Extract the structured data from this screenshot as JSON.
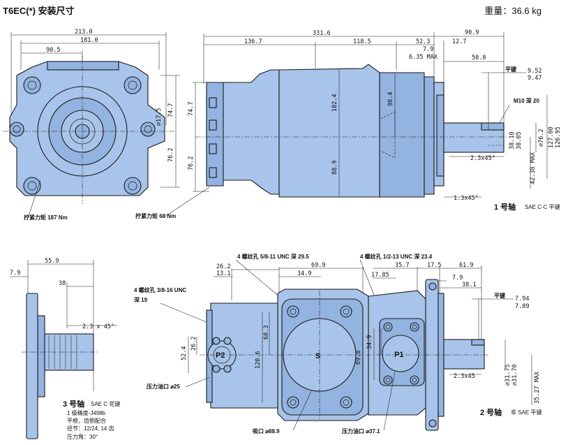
{
  "header": {
    "title": "T6EC(*) 安装尺寸",
    "weight": "重量：36.6 kg"
  },
  "top_left_view": {
    "dims": [
      "213.0",
      "181.0",
      "90.5",
      "74.7",
      "76.2",
      "⌀17.5"
    ],
    "torque_label": "拧紧力矩 187 Nm"
  },
  "top_side_view": {
    "dims": [
      "331.6",
      "136.7",
      "118.5",
      "52.3",
      "7.9",
      "6.35 MAX",
      "12.7",
      "90.9",
      "50.8",
      "102.4",
      "98.4",
      "88.9",
      "9.52",
      "9.47",
      "M10 深 20",
      "38.10",
      "38.05",
      "⌀76.2",
      "127.00",
      "126.95",
      "2.3x45°",
      "42.38 MAX",
      "1.3x45°",
      "平键"
    ],
    "torque_label": "拧紧力矩 68 Nm",
    "shaft_label": "1 号轴",
    "shaft_desc": "SAE C-C 平键"
  },
  "bottom_left_view": {
    "dims": [
      "7.9",
      "55.9",
      "38",
      "2.3 x 45°"
    ],
    "shaft_label": "3 号轴",
    "shaft_desc": "SAE C 花键",
    "spline_lines": [
      "1 级精度-J498b",
      "平根，齿侧配合",
      "径节：12/24, 14 齿",
      "压力角：30°"
    ]
  },
  "bottom_main_view": {
    "thread1": "4 螺纹孔 5/8-11 UNC  深 29.5",
    "thread2": "4 螺纹孔 1/2-13 UNC  深 23.4",
    "thread3_a": "4 螺纹孔 3/8-16 UNC",
    "thread3_b": "深 19",
    "dims": [
      "13.1",
      "26.2",
      "69.9",
      "34.9",
      "35.7",
      "17.5",
      "61.9",
      "17.85",
      "7.9",
      "38.1",
      "52.4",
      "26.2",
      "120.6",
      "60.3",
      "69.8",
      "34.9",
      "7.94",
      "7.89",
      "2.3x45",
      "⌀31.75",
      "⌀31.70",
      "35.27 MAX"
    ],
    "port_p2": "P2",
    "port_s": "S",
    "port_p1": "P1",
    "outlet_left": "压力油口 ⌀25",
    "inlet": "吸口 ⌀88.9",
    "outlet_right": "压力油口 ⌀37.1",
    "key_label": "平键",
    "shaft_label": "2 号轴",
    "shaft_desc": "非 SAE 平键"
  }
}
